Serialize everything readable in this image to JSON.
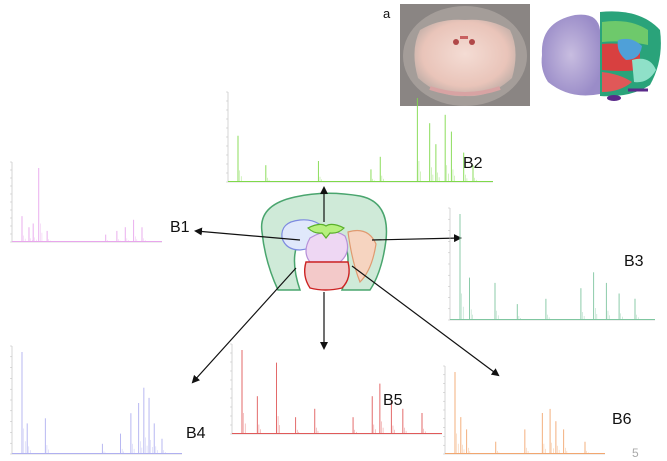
{
  "figure_label": "a",
  "page_number": "5",
  "panels": [
    {
      "id": "B1",
      "label": "B1",
      "color": "#e8a6ec",
      "peaks": [
        [
          60,
          0.35
        ],
        [
          65,
          0.2
        ],
        [
          68,
          0.25
        ],
        [
          72,
          1.0
        ],
        [
          78,
          0.15
        ],
        [
          120,
          0.1
        ],
        [
          128,
          0.15
        ],
        [
          134,
          0.2
        ],
        [
          140,
          0.3
        ],
        [
          146,
          0.2
        ]
      ]
    },
    {
      "id": "B2",
      "label": "B2",
      "color": "#7fd94a",
      "peaks": [
        [
          244,
          0.55
        ],
        [
          262,
          0.2
        ],
        [
          296,
          0.25
        ],
        [
          330,
          0.15
        ],
        [
          336,
          0.3
        ],
        [
          360,
          1.0
        ],
        [
          368,
          0.7
        ],
        [
          372,
          0.45
        ],
        [
          378,
          0.8
        ],
        [
          382,
          0.6
        ],
        [
          390,
          0.35
        ],
        [
          396,
          0.2
        ]
      ]
    },
    {
      "id": "B3",
      "label": "B3",
      "color": "#7fc6a0",
      "peaks": [
        [
          464,
          1.0
        ],
        [
          470,
          0.4
        ],
        [
          486,
          0.35
        ],
        [
          500,
          0.15
        ],
        [
          518,
          0.2
        ],
        [
          540,
          0.3
        ],
        [
          548,
          0.45
        ],
        [
          556,
          0.35
        ],
        [
          564,
          0.25
        ],
        [
          574,
          0.2
        ]
      ]
    },
    {
      "id": "B4",
      "label": "B4",
      "color": "#b0b0f0",
      "peaks": [
        [
          34,
          1.0
        ],
        [
          38,
          0.3
        ],
        [
          52,
          0.35
        ],
        [
          96,
          0.1
        ],
        [
          110,
          0.2
        ],
        [
          118,
          0.4
        ],
        [
          124,
          0.5
        ],
        [
          128,
          0.65
        ],
        [
          132,
          0.55
        ],
        [
          136,
          0.3
        ],
        [
          142,
          0.15
        ]
      ]
    },
    {
      "id": "B5",
      "label": "B5",
      "color": "#e05a5a",
      "peaks": [
        [
          254,
          1.0
        ],
        [
          262,
          0.45
        ],
        [
          272,
          0.85
        ],
        [
          282,
          0.2
        ],
        [
          292,
          0.3
        ],
        [
          312,
          0.2
        ],
        [
          322,
          0.45
        ],
        [
          326,
          0.6
        ],
        [
          332,
          0.4
        ],
        [
          338,
          0.3
        ],
        [
          348,
          0.25
        ]
      ]
    },
    {
      "id": "B6",
      "label": "B6",
      "color": "#f2a770",
      "peaks": [
        [
          458,
          1.0
        ],
        [
          464,
          0.45
        ],
        [
          470,
          0.3
        ],
        [
          500,
          0.15
        ],
        [
          530,
          0.3
        ],
        [
          548,
          0.5
        ],
        [
          556,
          0.55
        ],
        [
          562,
          0.4
        ],
        [
          570,
          0.3
        ],
        [
          592,
          0.15
        ]
      ]
    }
  ]
}
